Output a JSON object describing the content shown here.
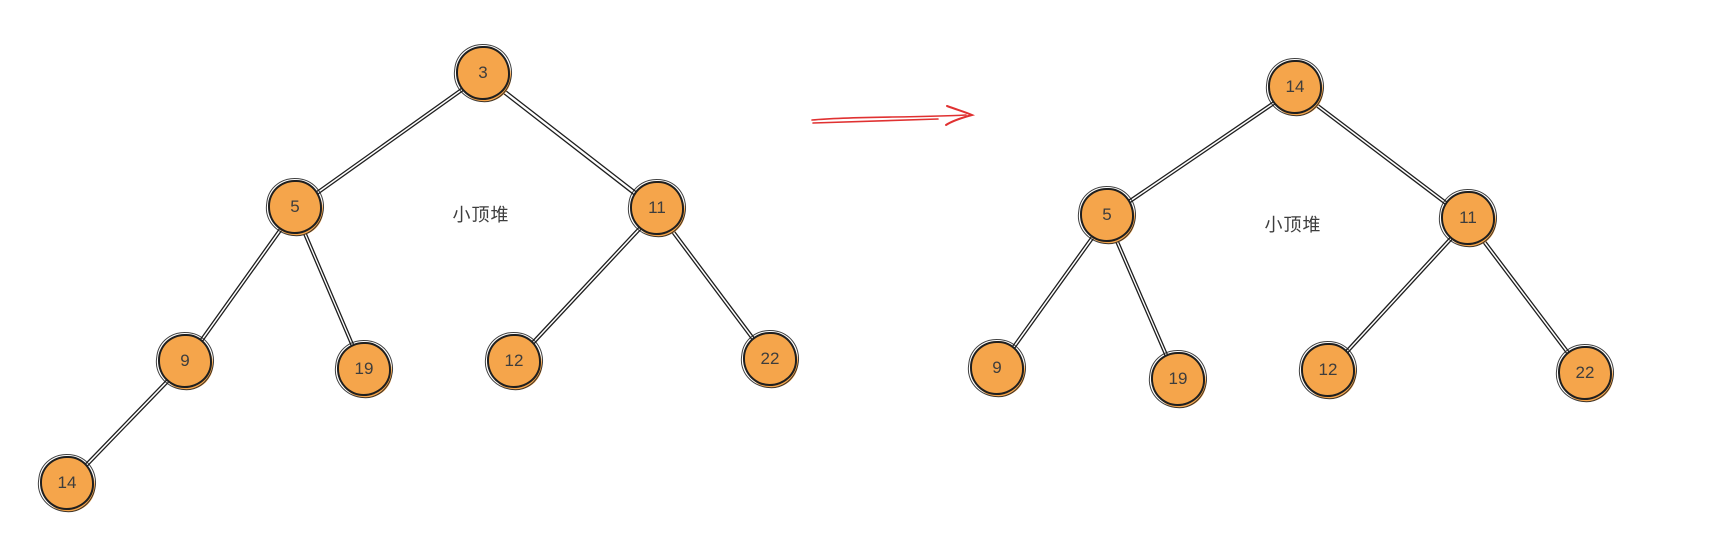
{
  "diagram": {
    "before": {
      "label": "小顶堆",
      "nodes": [
        {
          "value": "3"
        },
        {
          "value": "5"
        },
        {
          "value": "11"
        },
        {
          "value": "9"
        },
        {
          "value": "19"
        },
        {
          "value": "12"
        },
        {
          "value": "22"
        },
        {
          "value": "14"
        }
      ],
      "edges": [
        [
          "3",
          "5"
        ],
        [
          "3",
          "11"
        ],
        [
          "5",
          "9"
        ],
        [
          "5",
          "19"
        ],
        [
          "11",
          "12"
        ],
        [
          "11",
          "22"
        ],
        [
          "9",
          "14"
        ]
      ]
    },
    "after": {
      "label": "小顶堆",
      "nodes": [
        {
          "value": "14"
        },
        {
          "value": "5"
        },
        {
          "value": "11"
        },
        {
          "value": "9"
        },
        {
          "value": "19"
        },
        {
          "value": "12"
        },
        {
          "value": "22"
        }
      ],
      "edges": [
        [
          "14",
          "5"
        ],
        [
          "14",
          "11"
        ],
        [
          "5",
          "9"
        ],
        [
          "5",
          "19"
        ],
        [
          "11",
          "12"
        ],
        [
          "11",
          "22"
        ]
      ]
    }
  },
  "colors": {
    "node_fill": "#f5a54b",
    "node_stroke": "#1f1f1f",
    "edge": "#1f1f1f",
    "arrow": "#e03131",
    "text": "#3d3d3d"
  }
}
